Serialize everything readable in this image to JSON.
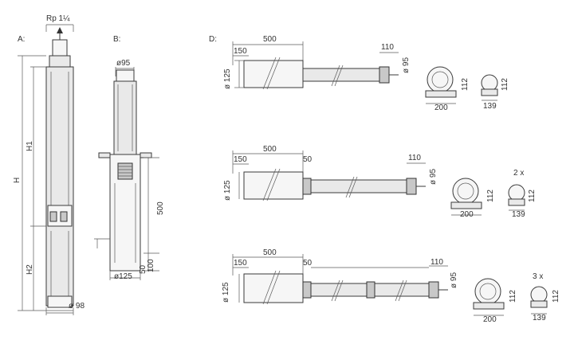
{
  "views": {
    "a": {
      "label": "A:",
      "thread": "Rp 1¼",
      "h": "H",
      "h1": "H1",
      "h2": "H2",
      "dia": "ø 98"
    },
    "b": {
      "label": "B:",
      "top_dia": "ø95",
      "len": "500",
      "short": "100",
      "small": "50",
      "bottom_dia": "ø125"
    },
    "d": {
      "label": "D:"
    }
  },
  "rows": [
    {
      "length": "500",
      "inlet": "150",
      "sleeve": "",
      "outlet": "110",
      "outlet_dia": "ø 95",
      "height": "112",
      "width": "200",
      "dia": "ø 125",
      "height_small": "112",
      "width_small": "139",
      "count": ""
    },
    {
      "length": "500",
      "inlet": "150",
      "sleeve": "50",
      "outlet": "110",
      "outlet_dia": "ø 95",
      "height": "112",
      "width": "200",
      "dia": "ø 125",
      "height_small": "112",
      "width_small": "139",
      "count": "2 x"
    },
    {
      "length": "500",
      "inlet": "150",
      "sleeve": "50",
      "outlet": "110",
      "outlet_dia": "ø 95",
      "height": "112",
      "width": "200",
      "dia": "ø 125",
      "height_small": "112",
      "width_small": "139",
      "count": "3 x"
    }
  ]
}
